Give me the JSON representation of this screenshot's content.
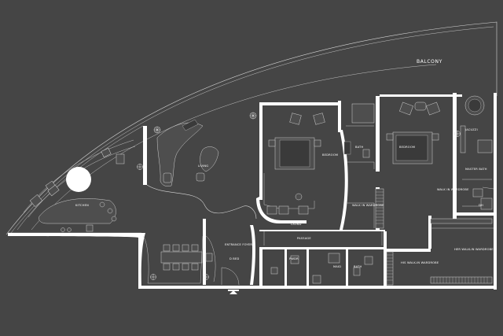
{
  "labels": {
    "balcony": "BALCONY",
    "kitchen": "KITCHEN",
    "living": "LIVING",
    "bedroom_1": "BEDROOM",
    "bath_1": "BATH",
    "walk_in_wardrobe_1": "WALK IN WARDROBE",
    "bedroom_2": "BEDROOM",
    "jacuzzi": "JACUZZI",
    "master_bath": "MASTER BATH",
    "walk_in_wardrobe_2": "WALK IN WARDROBE",
    "dh": "DH",
    "laundry": "LAUND",
    "passage": "PASSAGE",
    "entrance_foyer": "ENTRANCE FOYER",
    "d_bed": "D BED",
    "powder": "PWDR",
    "maid": "MAID",
    "bath_2": "BATH",
    "his_walk_in_wardrobe": "HIS WALK-IN WARDROBE",
    "her_walk_in_wardrobe": "HER WALK-IN WARDROBE"
  },
  "colors": {
    "background": "#454545",
    "walls": "#ffffff",
    "lines": "#d8d8d8",
    "furniture_fill": "#4e4e4e"
  },
  "icons": [
    "entrance-arrow-icon",
    "plant-icon"
  ]
}
